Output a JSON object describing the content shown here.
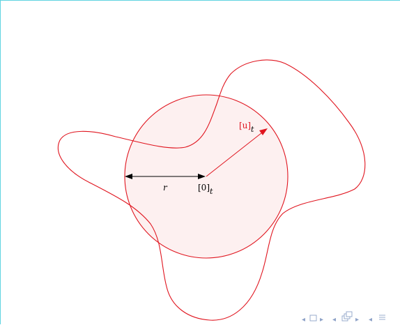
{
  "labels": {
    "radius": "r",
    "origin_main": "[0]",
    "origin_sub": "t",
    "vector_main": "[u]",
    "vector_sub": "t"
  },
  "colors": {
    "frame": "#5fd3e0",
    "curve": "#e0141e",
    "disk_fill": "#fdf0f0",
    "arrow_black": "#000000",
    "arrow_red": "#e0141e",
    "nav": "#8fa3c8"
  },
  "navigation": {
    "icons": [
      "arrow-left-icon",
      "frame-icon",
      "arrow-right-icon",
      "arrow-left-icon",
      "slide-stack-icon",
      "arrow-right-icon",
      "arrow-left-icon",
      "menu-lines-icon"
    ]
  }
}
